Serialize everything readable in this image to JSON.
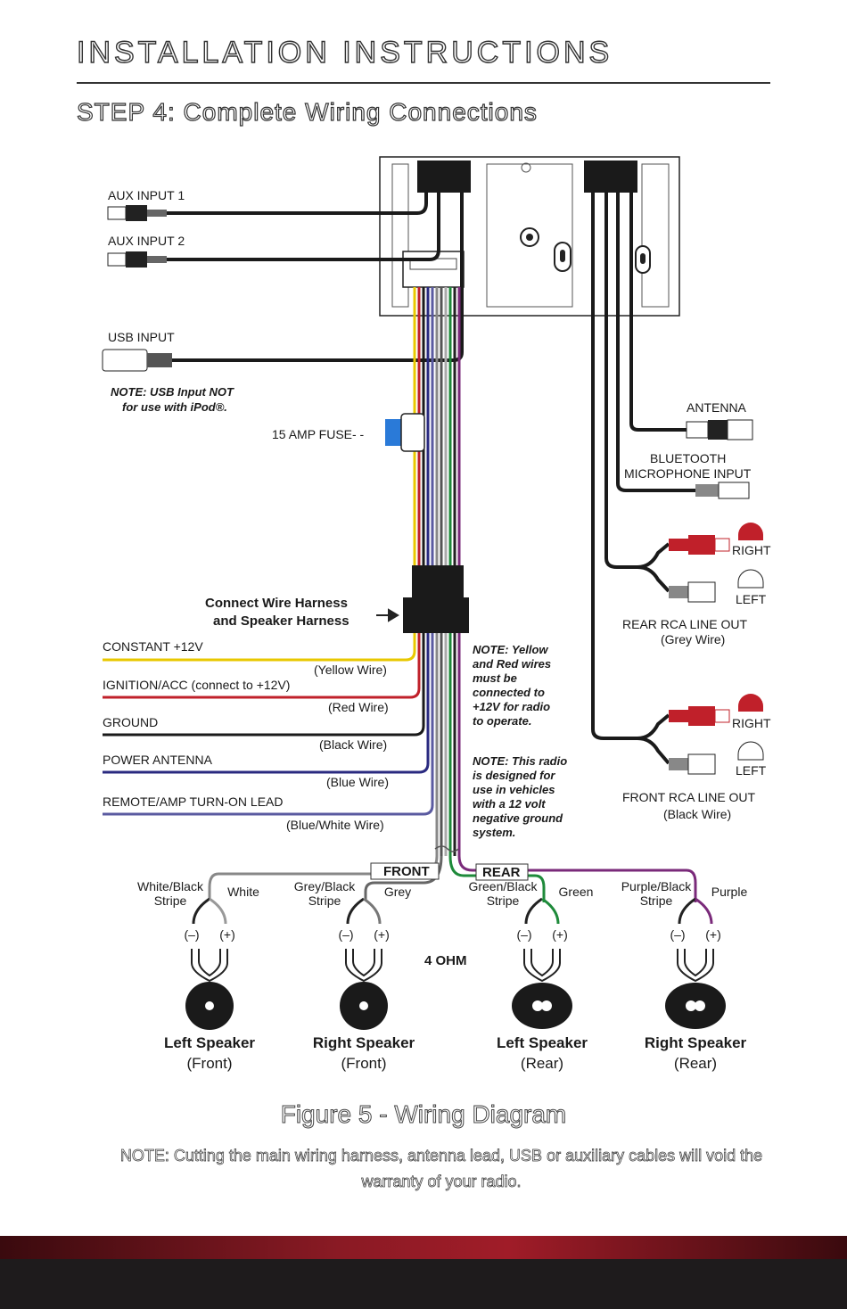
{
  "header": {
    "title": "INSTALLATION INSTRUCTIONS",
    "step": "STEP 4: Complete Wiring Connections"
  },
  "inputs": {
    "aux1": "AUX INPUT 1",
    "aux2": "AUX INPUT 2",
    "usb": "USB  INPUT",
    "usb_note_1": "NOTE: USB Input NOT",
    "usb_note_2": "for use with iPod®.",
    "fuse": "15 AMP FUSE- -"
  },
  "right_side": {
    "antenna": "ANTENNA",
    "bt_1": "BLUETOOTH",
    "bt_2": "MICROPHONE INPUT",
    "right": "RIGHT",
    "left": "LEFT",
    "rear_rca_1": "REAR RCA LINE OUT",
    "rear_rca_2": "(Grey Wire)",
    "front_rca_1": "FRONT RCA LINE OUT",
    "front_rca_2": "(Black  Wire)"
  },
  "harness": {
    "line1": "Connect Wire Harness",
    "line2": "and Speaker Harness"
  },
  "leads": [
    {
      "label": "CONSTANT +12V",
      "wire": "(Yellow Wire)",
      "color": "#e8c800"
    },
    {
      "label": "IGNITION/ACC (connect to +12V)",
      "wire": "(Red Wire)",
      "color": "#c0202a"
    },
    {
      "label": "GROUND",
      "wire": "(Black Wire)",
      "color": "#1a1a1a"
    },
    {
      "label": "POWER ANTENNA",
      "wire": "(Blue Wire)",
      "color": "#2a2a80"
    },
    {
      "label": "REMOTE/AMP TURN-ON LEAD",
      "wire": "(Blue/White Wire)",
      "color": "#5a5aa0"
    }
  ],
  "notes": {
    "yellow_red": [
      "NOTE: Yellow",
      "and Red wires",
      "must be",
      "connected to",
      "+12V for radio",
      "to operate."
    ],
    "ground": [
      "NOTE: This radio",
      "is designed for",
      "use in vehicles",
      "with a 12 volt",
      "negative ground",
      "system."
    ]
  },
  "speakers": {
    "front_tag": "FRONT",
    "rear_tag": "REAR",
    "ohm": "4 OHM",
    "minus": "(–)",
    "plus": "(+)",
    "items": [
      {
        "neg": [
          "White/Black",
          "Stripe"
        ],
        "pos": "White",
        "name": "Left Speaker",
        "pos_label": "(Front)"
      },
      {
        "neg": [
          "Grey/Black",
          "Stripe"
        ],
        "pos": "Grey",
        "name": "Right Speaker",
        "pos_label": "(Front)"
      },
      {
        "neg": [
          "Green/Black",
          "Stripe"
        ],
        "pos": "Green",
        "name": "Left Speaker",
        "pos_label": "(Rear)"
      },
      {
        "neg": [
          "Purple/Black",
          "Stripe"
        ],
        "pos": "Purple",
        "name": "Right Speaker",
        "pos_label": "(Rear)"
      }
    ]
  },
  "caption": "Figure 5 - Wiring Diagram",
  "warranty": "NOTE: Cutting the main wiring harness, antenna lead, USB or auxiliary cables will void the warranty of your radio.",
  "colors": {
    "accent_red": "#a01c28",
    "footer_dark": "#1e1b1c"
  }
}
